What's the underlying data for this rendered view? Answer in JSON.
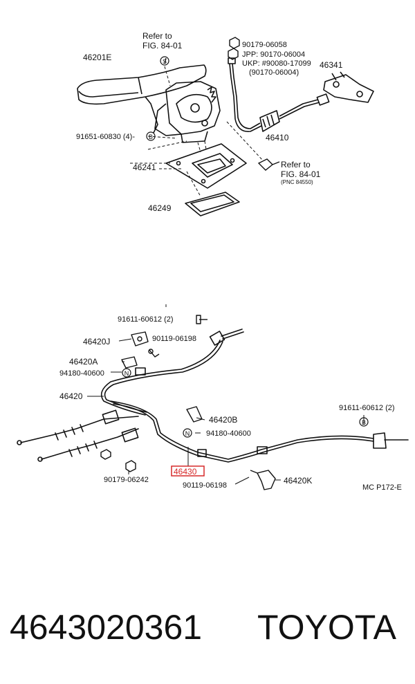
{
  "figure_code": "MC P172-E",
  "highlight_color": "#d62828",
  "top": {
    "refer1": [
      "Refer to",
      "FIG. 84-01"
    ],
    "refer2": [
      "Refer to",
      "FIG. 84-01"
    ],
    "pnc": "(PNC 84550)",
    "labels": {
      "p46201E": "46201E",
      "p90179_06058": "90179-06058",
      "p90170_06004_jpp": "JPP: 90170-06004",
      "p90080_17099_ukp": "UKP: #90080-17099",
      "p90170_06004": "(90170-06004)",
      "p46341": "46341",
      "p91651": "91651-60830 (4)-",
      "p46410": "46410",
      "p46241": "46241",
      "p46249": "46249"
    },
    "callouts": {
      "s": "S",
      "b": "B"
    }
  },
  "bottom": {
    "labels": {
      "p91611_left": "91611-60612 (2)",
      "p46420J": "46420J",
      "p90119_top": "90119-06198",
      "p46420A": "46420A",
      "p94180_left": "94180-40600",
      "p46420": "46420",
      "p46420B": "46420B",
      "p94180_right": "94180-40600",
      "p91611_right": "91611-60612 (2)",
      "p46430": "46430",
      "p90179_06242": "90179-06242",
      "p90119_bottom": "90119-06198",
      "p46420K": "46420K"
    },
    "callouts": {
      "n": "N",
      "b": "B"
    }
  },
  "footer": {
    "part_number": "4643020361",
    "brand": "TOYOTA"
  }
}
